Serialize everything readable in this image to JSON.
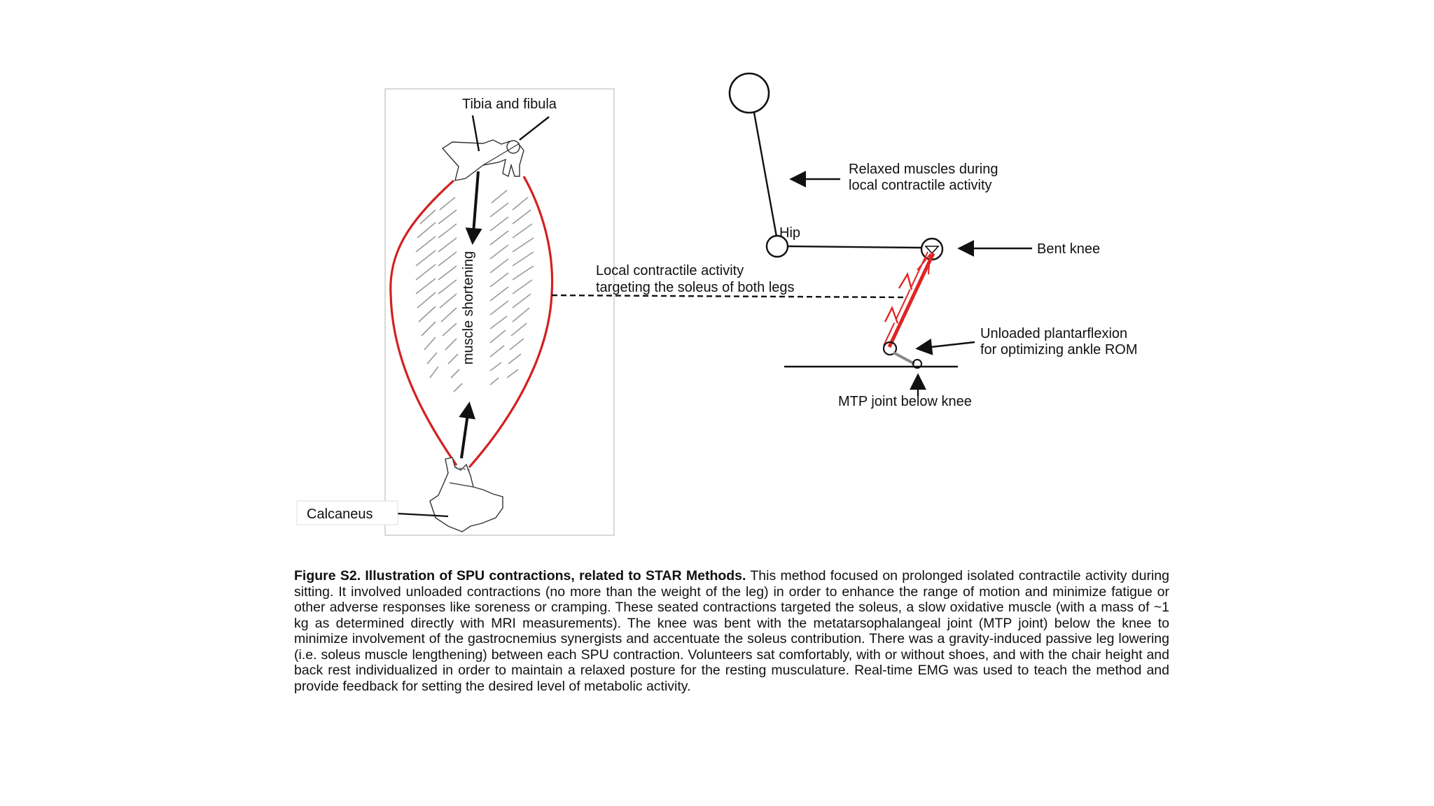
{
  "figure": {
    "labels": {
      "tibia_fibula": "Tibia and fibula",
      "muscle_shortening": "muscle shortening",
      "calcaneus": "Calcaneus",
      "relaxed_line1": "Relaxed muscles during",
      "relaxed_line2": "local contractile activity",
      "hip": "Hip",
      "bent_knee": "Bent knee",
      "local_line1": "Local contractile activity",
      "local_line2": "targeting the soleus of both legs",
      "unloaded_line1": "Unloaded plantarflexion",
      "unloaded_line2": "for optimizing ankle ROM",
      "mtp": "MTP joint below knee"
    },
    "colors": {
      "muscle_outline": "#d42020",
      "leg_segment": "#e02424",
      "ink": "#111111"
    }
  },
  "caption": {
    "title": "Figure S2. Illustration of SPU contractions, related to STAR Methods.",
    "body": " This method focused on prolonged isolated contractile activity during sitting. It involved unloaded contractions (no more than the weight of the leg) in order to enhance the range of motion and minimize fatigue or other adverse responses like soreness or cramping. These seated contractions targeted the soleus, a slow oxidative muscle (with a mass of ~1 kg as determined directly with MRI measurements). The knee was bent with the metatarsophalangeal joint (MTP joint) below the knee to minimize involvement of the gastrocnemius synergists and accentuate the soleus contribution. There was a gravity-induced passive leg lowering (i.e. soleus muscle lengthening) between each SPU contraction. Volunteers sat comfortably, with or without shoes, and with the chair height and back rest individualized in order to maintain a relaxed posture for the resting musculature. Real-time EMG was used to teach the method and provide feedback for setting the desired level of metabolic activity."
  }
}
